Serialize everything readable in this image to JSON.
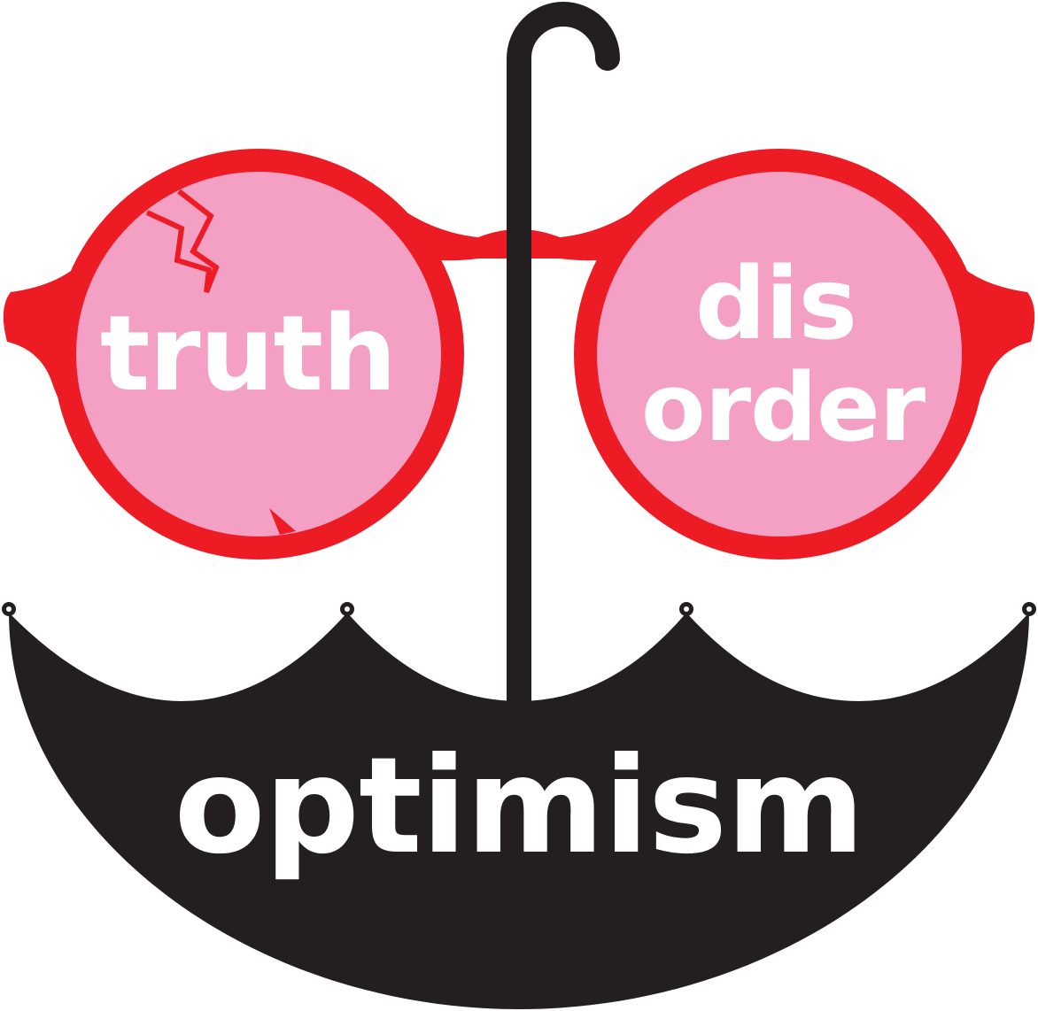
{
  "lenses": {
    "left": {
      "word": "truth"
    },
    "right": {
      "line1": "dis",
      "line2": "order"
    }
  },
  "umbrella": {
    "word": "optimism"
  },
  "colors": {
    "frame": "#ed1c24",
    "lens": "#f4a0c4",
    "umbrella": "#231f20",
    "text": "#ffffff",
    "background": "#ffffff"
  },
  "icons": {
    "glasses": "rose-tinted-glasses-icon",
    "umbrella": "umbrella-icon",
    "crack": "lens-crack-icon"
  }
}
